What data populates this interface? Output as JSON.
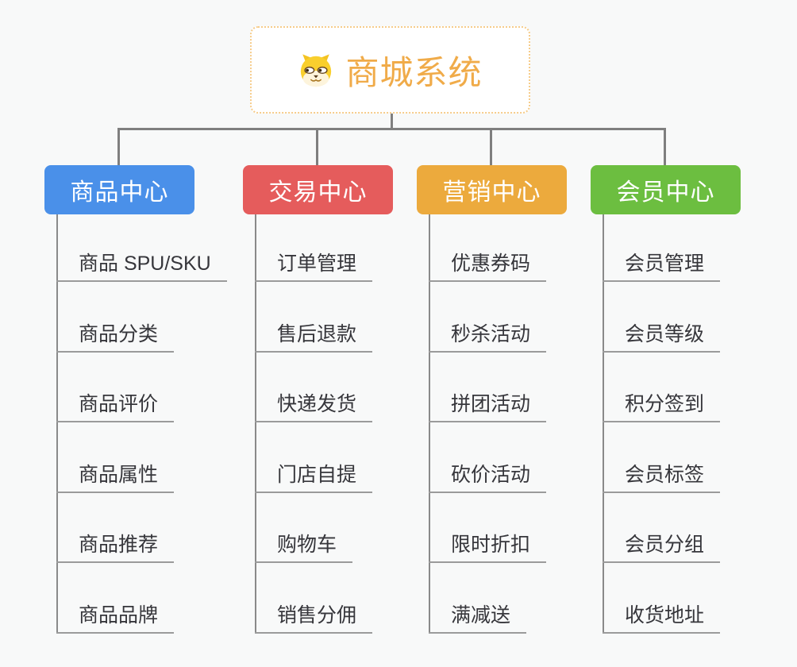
{
  "root": {
    "label": "商城系统",
    "icon": "dog-face-icon",
    "text_color": "#f0ab49",
    "border_color": "#f6cc8a",
    "background": "#ffffff"
  },
  "branches": [
    {
      "label": "商品中心",
      "color": "#4a90e9",
      "children": [
        "商品 SPU/SKU",
        "商品分类",
        "商品评价",
        "商品属性",
        "商品推荐",
        "商品品牌"
      ]
    },
    {
      "label": "交易中心",
      "color": "#e55c5c",
      "children": [
        "订单管理",
        "售后退款",
        "快递发货",
        "门店自提",
        "购物车",
        "销售分佣"
      ]
    },
    {
      "label": "营销中心",
      "color": "#ecaa3d",
      "children": [
        "优惠券码",
        "秒杀活动",
        "拼团活动",
        "砍价活动",
        "限时折扣",
        "满减送"
      ]
    },
    {
      "label": "会员中心",
      "color": "#6cbe40",
      "children": [
        "会员管理",
        "会员等级",
        "积分签到",
        "会员标签",
        "会员分组",
        "收货地址"
      ]
    }
  ],
  "colors": {
    "canvas_background": "#f8f9f9",
    "connector": "#7f7f7f",
    "underline": "#9b9b9b",
    "child_text": "#36363b"
  }
}
